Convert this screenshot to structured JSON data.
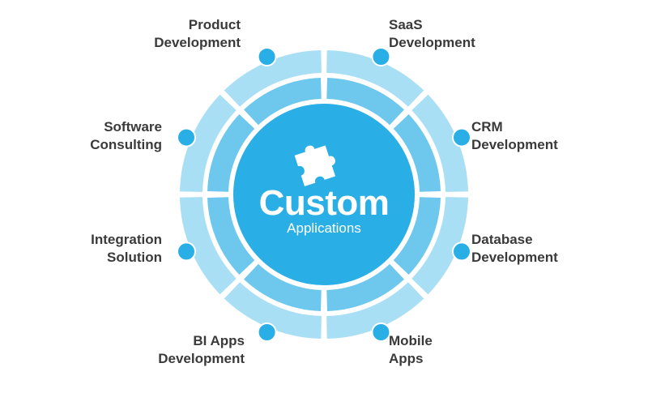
{
  "center": {
    "title": "Custom",
    "subtitle": "Applications",
    "icon": "puzzle-piece-icon"
  },
  "items": [
    {
      "line1": "Product",
      "line2": "Development"
    },
    {
      "line1": "SaaS",
      "line2": "Development"
    },
    {
      "line1": "CRM",
      "line2": "Development"
    },
    {
      "line1": "Database",
      "line2": "Development"
    },
    {
      "line1": "Mobile",
      "line2": "Apps"
    },
    {
      "line1": "BI Apps",
      "line2": "Development"
    },
    {
      "line1": "Integration",
      "line2": "Solution"
    },
    {
      "line1": "Software",
      "line2": "Consulting"
    }
  ],
  "colors": {
    "center": "#2aaee6",
    "inner_ring": "#6ec8ee",
    "outer_ring": "#a9dff5",
    "dot": "#2aaee6",
    "text": "#3a3a3a"
  }
}
